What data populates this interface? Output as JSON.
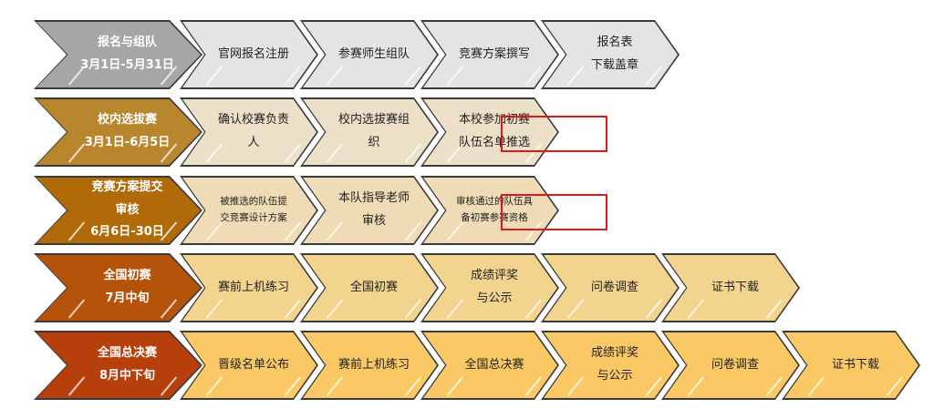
{
  "rows": [
    {
      "title": [
        "报名与组队",
        "3月1日-5月31日"
      ],
      "head_color": "#a6a6a6",
      "step_color": "#e4e4e4",
      "steps": [
        [
          "官网报名注册"
        ],
        [
          "参赛师生组队"
        ],
        [
          "竞赛方案撰写"
        ],
        [
          "报名表",
          "下载盖章"
        ]
      ]
    },
    {
      "title": [
        "校内选拔赛",
        "3月1日-6月5日"
      ],
      "head_color": "#b8862c",
      "step_color": "#ece0c9",
      "steps": [
        [
          "确认校赛负责",
          "人"
        ],
        [
          "校内选拔赛组",
          "织"
        ],
        [
          "本校参加初赛",
          "队伍名单推选"
        ]
      ],
      "highlight": 2
    },
    {
      "title": [
        "竞赛方案提交",
        "审核",
        "6月6日-30日"
      ],
      "head_color": "#b06a08",
      "step_color": "#efdcb7",
      "steps": [
        [
          "被推选的队伍提",
          "交竞赛设计方案"
        ],
        [
          "本队指导老师",
          "审核"
        ],
        [
          "审核通过的队伍具",
          "备初赛参赛资格"
        ]
      ],
      "highlight": 2,
      "small": [
        0,
        2
      ]
    },
    {
      "title": [
        "全国初赛",
        "7月中旬"
      ],
      "head_color": "#b5530b",
      "step_color": "#f3d48f",
      "steps": [
        [
          "赛前上机练习"
        ],
        [
          "全国初赛"
        ],
        [
          "成绩评奖",
          "与公示"
        ],
        [
          "问卷调查"
        ],
        [
          "证书下载"
        ]
      ]
    },
    {
      "title": [
        "全国总决赛",
        "8月中下旬"
      ],
      "head_color": "#b63f0c",
      "step_color": "#fac966",
      "steps": [
        [
          "晋级名单公布"
        ],
        [
          "赛前上机练习"
        ],
        [
          "全国总决赛"
        ],
        [
          "成绩评奖",
          "与公示"
        ],
        [
          "问卷调查"
        ],
        [
          "证书下载"
        ]
      ]
    }
  ]
}
